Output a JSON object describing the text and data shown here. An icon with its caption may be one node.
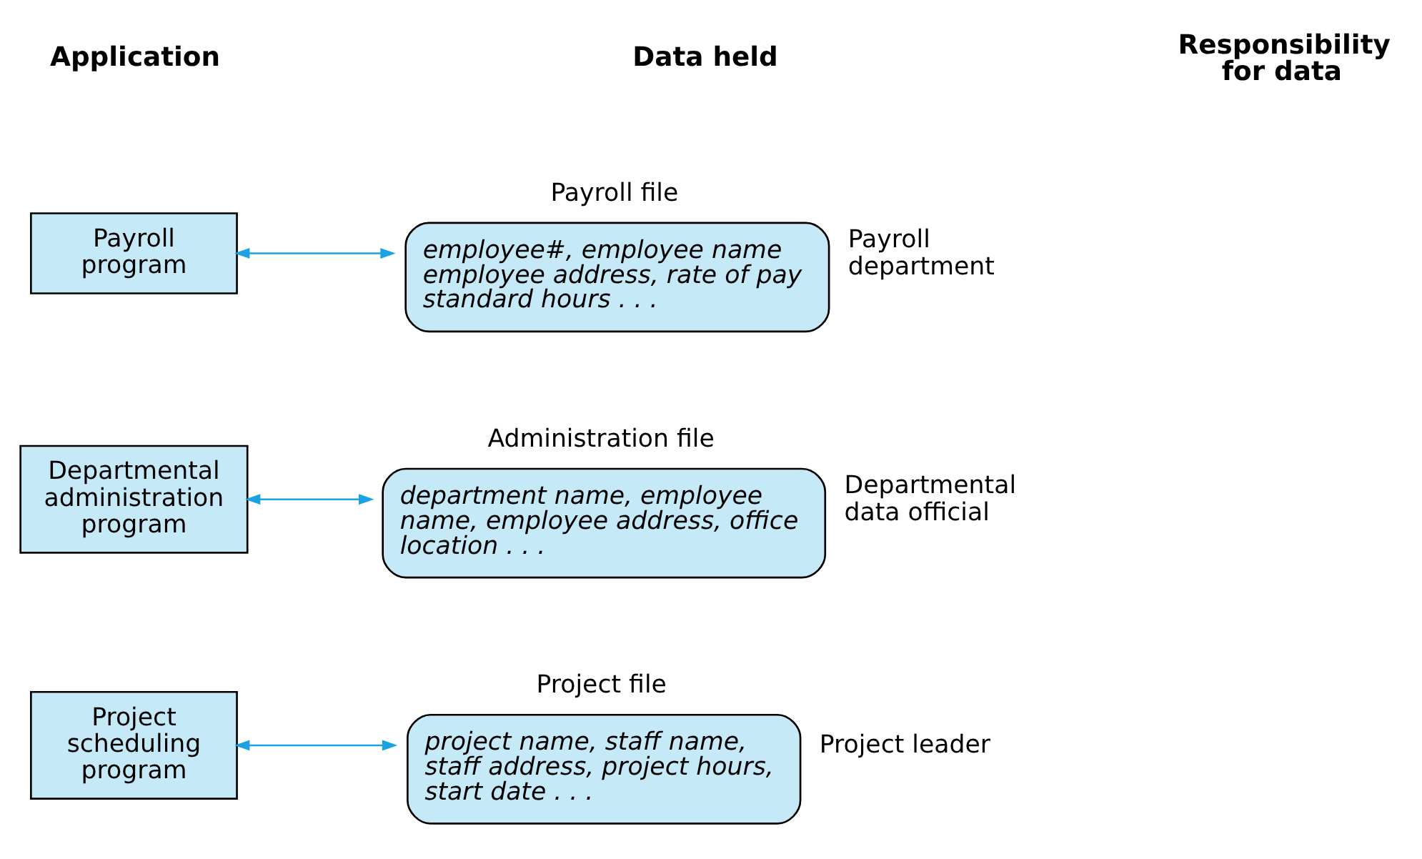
{
  "diagram": {
    "nodes": [
      {
        "text": [
          "Payroll program"
        ]
      },
      {
        "text": [
          "Payroll file",
          "employee#, employee name employee address, rate of pay standard hours . . ."
        ],
        "beside": [
          "Payroll department"
        ]
      },
      {
        "text": [
          "Departmental administration program"
        ]
      },
      {
        "text": [
          "Administration file",
          "department name, employee name, employee address, office location . . ."
        ],
        "beside": [
          "Departmental data official"
        ]
      },
      {
        "text": [
          "Project scheduling program"
        ]
      },
      {
        "text": [
          "Project file",
          "project name, staff name, staff address, project hours, start date . . ."
        ],
        "beside": [
          "Project leader"
        ]
      }
    ],
    "edges": [
      {
        "from": 0,
        "to": 1,
        "arrow": "both"
      },
      {
        "from": 2,
        "to": 3,
        "arrow": "both"
      },
      {
        "from": 4,
        "to": 5,
        "arrow": "both"
      }
    ],
    "labels": [
      "Application",
      "Data held",
      "Responsibility for data"
    ]
  }
}
